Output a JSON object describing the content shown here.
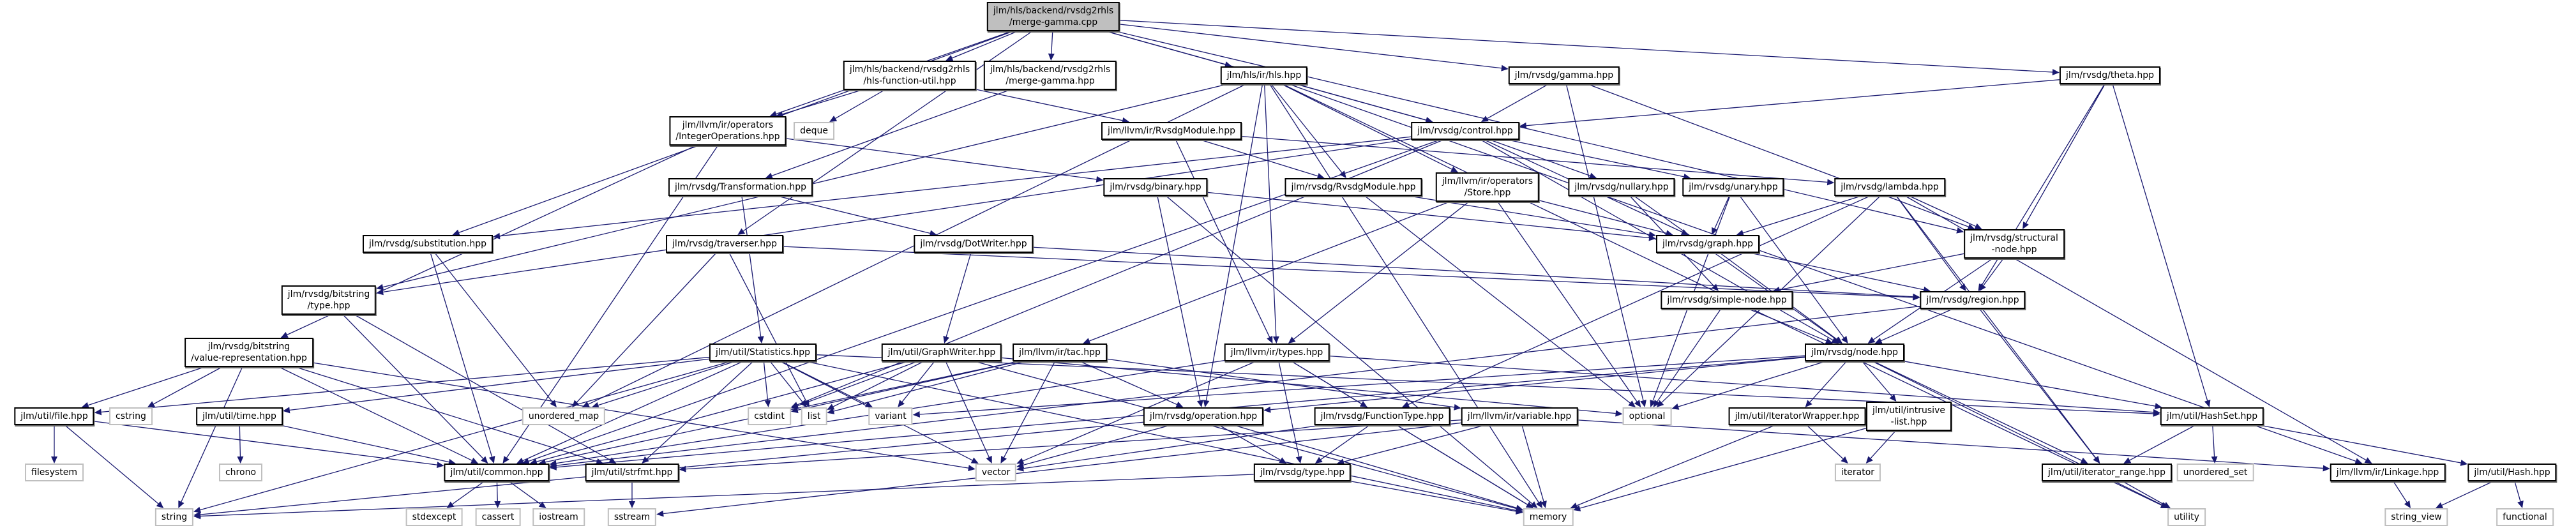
{
  "diagram": {
    "title": "Include dependency graph for merge-gamma.cpp",
    "colors": {
      "edge": "#191970",
      "root_fill": "#bfbfbf",
      "sys_border": "#bfbfbf"
    },
    "nodes": [
      {
        "id": "root",
        "label": "jlm/hls/backend/rvsdg2rhls\n/merge-gamma.cpp",
        "kind": "root"
      },
      {
        "id": "hfu",
        "label": "jlm/hls/backend/rvsdg2rhls\n/hls-function-util.hpp",
        "kind": "file"
      },
      {
        "id": "mgh",
        "label": "jlm/hls/backend/rvsdg2rhls\n/merge-gamma.hpp",
        "kind": "file"
      },
      {
        "id": "hls",
        "label": "jlm/hls/ir/hls.hpp",
        "kind": "file"
      },
      {
        "id": "gamma",
        "label": "jlm/rvsdg/gamma.hpp",
        "kind": "file"
      },
      {
        "id": "theta",
        "label": "jlm/rvsdg/theta.hpp",
        "kind": "file"
      },
      {
        "id": "intops",
        "label": "jlm/llvm/ir/operators\n/IntegerOperations.hpp",
        "kind": "file"
      },
      {
        "id": "deque",
        "label": "deque",
        "kind": "sys"
      },
      {
        "id": "llrm",
        "label": "jlm/llvm/ir/RvsdgModule.hpp",
        "kind": "file"
      },
      {
        "id": "control",
        "label": "jlm/rvsdg/control.hpp",
        "kind": "file"
      },
      {
        "id": "transf",
        "label": "jlm/rvsdg/Transformation.hpp",
        "kind": "file"
      },
      {
        "id": "binary",
        "label": "jlm/rvsdg/binary.hpp",
        "kind": "file"
      },
      {
        "id": "rrm",
        "label": "jlm/rvsdg/RvsdgModule.hpp",
        "kind": "file"
      },
      {
        "id": "store",
        "label": "jlm/llvm/ir/operators\n/Store.hpp",
        "kind": "file"
      },
      {
        "id": "nullary",
        "label": "jlm/rvsdg/nullary.hpp",
        "kind": "file"
      },
      {
        "id": "unary",
        "label": "jlm/rvsdg/unary.hpp",
        "kind": "file"
      },
      {
        "id": "lambda",
        "label": "jlm/rvsdg/lambda.hpp",
        "kind": "file"
      },
      {
        "id": "subst",
        "label": "jlm/rvsdg/substitution.hpp",
        "kind": "file"
      },
      {
        "id": "trav",
        "label": "jlm/rvsdg/traverser.hpp",
        "kind": "file"
      },
      {
        "id": "dotw",
        "label": "jlm/rvsdg/DotWriter.hpp",
        "kind": "file"
      },
      {
        "id": "graph",
        "label": "jlm/rvsdg/graph.hpp",
        "kind": "file"
      },
      {
        "id": "structn",
        "label": "jlm/rvsdg/structural\n-node.hpp",
        "kind": "file"
      },
      {
        "id": "bstype",
        "label": "jlm/rvsdg/bitstring\n/type.hpp",
        "kind": "file"
      },
      {
        "id": "simplen",
        "label": "jlm/rvsdg/simple-node.hpp",
        "kind": "file"
      },
      {
        "id": "region",
        "label": "jlm/rvsdg/region.hpp",
        "kind": "file"
      },
      {
        "id": "bsvr",
        "label": "jlm/rvsdg/bitstring\n/value-representation.hpp",
        "kind": "file"
      },
      {
        "id": "stats",
        "label": "jlm/util/Statistics.hpp",
        "kind": "file"
      },
      {
        "id": "gw",
        "label": "jlm/util/GraphWriter.hpp",
        "kind": "file"
      },
      {
        "id": "tac",
        "label": "jlm/llvm/ir/tac.hpp",
        "kind": "file"
      },
      {
        "id": "types",
        "label": "jlm/llvm/ir/types.hpp",
        "kind": "file"
      },
      {
        "id": "node",
        "label": "jlm/rvsdg/node.hpp",
        "kind": "file"
      },
      {
        "id": "file",
        "label": "jlm/util/file.hpp",
        "kind": "file"
      },
      {
        "id": "cstring",
        "label": "cstring",
        "kind": "sys"
      },
      {
        "id": "time",
        "label": "jlm/util/time.hpp",
        "kind": "file"
      },
      {
        "id": "umap",
        "label": "unordered_map",
        "kind": "sys"
      },
      {
        "id": "cstdint",
        "label": "cstdint",
        "kind": "sys"
      },
      {
        "id": "list",
        "label": "list",
        "kind": "sys"
      },
      {
        "id": "variant",
        "label": "variant",
        "kind": "sys"
      },
      {
        "id": "operation",
        "label": "jlm/rvsdg/operation.hpp",
        "kind": "file"
      },
      {
        "id": "ftype",
        "label": "jlm/rvsdg/FunctionType.hpp",
        "kind": "file"
      },
      {
        "id": "variable",
        "label": "jlm/llvm/ir/variable.hpp",
        "kind": "file"
      },
      {
        "id": "optional",
        "label": "optional",
        "kind": "sys"
      },
      {
        "id": "itw",
        "label": "jlm/util/IteratorWrapper.hpp",
        "kind": "file"
      },
      {
        "id": "intrusive",
        "label": "jlm/util/intrusive\n-list.hpp",
        "kind": "file"
      },
      {
        "id": "hashset",
        "label": "jlm/util/HashSet.hpp",
        "kind": "file"
      },
      {
        "id": "filesystem",
        "label": "filesystem",
        "kind": "sys"
      },
      {
        "id": "chrono",
        "label": "chrono",
        "kind": "sys"
      },
      {
        "id": "common",
        "label": "jlm/util/common.hpp",
        "kind": "file"
      },
      {
        "id": "strfmt",
        "label": "jlm/util/strfmt.hpp",
        "kind": "file"
      },
      {
        "id": "vector",
        "label": "vector",
        "kind": "sys"
      },
      {
        "id": "rtype",
        "label": "jlm/rvsdg/type.hpp",
        "kind": "file"
      },
      {
        "id": "iterator",
        "label": "iterator",
        "kind": "sys"
      },
      {
        "id": "itrange",
        "label": "jlm/util/iterator_range.hpp",
        "kind": "file"
      },
      {
        "id": "uset",
        "label": "unordered_set",
        "kind": "sys"
      },
      {
        "id": "linkage",
        "label": "jlm/llvm/ir/Linkage.hpp",
        "kind": "file"
      },
      {
        "id": "hash",
        "label": "jlm/util/Hash.hpp",
        "kind": "file"
      },
      {
        "id": "string",
        "label": "string",
        "kind": "sys"
      },
      {
        "id": "stdexcept",
        "label": "stdexcept",
        "kind": "sys"
      },
      {
        "id": "cassert",
        "label": "cassert",
        "kind": "sys"
      },
      {
        "id": "iostream",
        "label": "iostream",
        "kind": "sys"
      },
      {
        "id": "sstream",
        "label": "sstream",
        "kind": "sys"
      },
      {
        "id": "memory",
        "label": "memory",
        "kind": "sys"
      },
      {
        "id": "utility",
        "label": "utility",
        "kind": "sys"
      },
      {
        "id": "string_view",
        "label": "string_view",
        "kind": "sys"
      },
      {
        "id": "functional",
        "label": "functional",
        "kind": "sys"
      }
    ],
    "edges": [
      [
        "root",
        "hfu"
      ],
      [
        "root",
        "mgh"
      ],
      [
        "root",
        "hls"
      ],
      [
        "root",
        "gamma"
      ],
      [
        "root",
        "theta"
      ],
      [
        "root",
        "intops"
      ],
      [
        "root",
        "subst"
      ],
      [
        "root",
        "trav"
      ],
      [
        "root",
        "structn"
      ],
      [
        "root",
        "control"
      ],
      [
        "hfu",
        "intops"
      ],
      [
        "hfu",
        "deque"
      ],
      [
        "hfu",
        "llrm"
      ],
      [
        "mgh",
        "transf"
      ],
      [
        "hls",
        "bstype"
      ],
      [
        "hls",
        "control"
      ],
      [
        "hls",
        "rrm"
      ],
      [
        "hls",
        "store"
      ],
      [
        "hls",
        "types"
      ],
      [
        "hls",
        "operation"
      ],
      [
        "hls",
        "umap"
      ],
      [
        "hls",
        "memory"
      ],
      [
        "hls",
        "utility"
      ],
      [
        "hls",
        "linkage"
      ],
      [
        "gamma",
        "control"
      ],
      [
        "gamma",
        "structn"
      ],
      [
        "gamma",
        "optional"
      ],
      [
        "theta",
        "control"
      ],
      [
        "theta",
        "structn"
      ],
      [
        "theta",
        "region"
      ],
      [
        "theta",
        "hashset"
      ],
      [
        "intops",
        "bsvr"
      ],
      [
        "intops",
        "binary"
      ],
      [
        "intops",
        "common"
      ],
      [
        "llrm",
        "lambda"
      ],
      [
        "llrm",
        "rrm"
      ],
      [
        "llrm",
        "types"
      ],
      [
        "control",
        "bstype"
      ],
      [
        "control",
        "nullary"
      ],
      [
        "control",
        "unary"
      ],
      [
        "control",
        "graph"
      ],
      [
        "control",
        "subst"
      ],
      [
        "control",
        "node"
      ],
      [
        "control",
        "common"
      ],
      [
        "control",
        "cstdint"
      ],
      [
        "transf",
        "stats"
      ],
      [
        "transf",
        "dotw"
      ],
      [
        "binary",
        "graph"
      ],
      [
        "binary",
        "operation"
      ],
      [
        "binary",
        "memory"
      ],
      [
        "rrm",
        "graph"
      ],
      [
        "rrm",
        "optional"
      ],
      [
        "store",
        "graph"
      ],
      [
        "store",
        "tac"
      ],
      [
        "store",
        "types"
      ],
      [
        "store",
        "optional"
      ],
      [
        "nullary",
        "simplen"
      ],
      [
        "nullary",
        "node"
      ],
      [
        "unary",
        "graph"
      ],
      [
        "unary",
        "node"
      ],
      [
        "unary",
        "optional"
      ],
      [
        "lambda",
        "structn"
      ],
      [
        "lambda",
        "region"
      ],
      [
        "lambda",
        "graph"
      ],
      [
        "lambda",
        "ftype"
      ],
      [
        "lambda",
        "linkage"
      ],
      [
        "lambda",
        "optional"
      ],
      [
        "lambda",
        "itrange"
      ],
      [
        "subst",
        "common"
      ],
      [
        "subst",
        "umap"
      ],
      [
        "trav",
        "list"
      ],
      [
        "trav",
        "region"
      ],
      [
        "trav",
        "umap"
      ],
      [
        "dotw",
        "gw"
      ],
      [
        "dotw",
        "region"
      ],
      [
        "graph",
        "region"
      ],
      [
        "graph",
        "node"
      ],
      [
        "structn",
        "simplen"
      ],
      [
        "structn",
        "region"
      ],
      [
        "structn",
        "node"
      ],
      [
        "bstype",
        "common"
      ],
      [
        "bstype",
        "strfmt"
      ],
      [
        "simplen",
        "node"
      ],
      [
        "simplen",
        "optional"
      ],
      [
        "region",
        "node"
      ],
      [
        "region",
        "itrange"
      ],
      [
        "region",
        "common"
      ],
      [
        "bsvr",
        "file"
      ],
      [
        "bsvr",
        "cstring"
      ],
      [
        "bsvr",
        "common"
      ],
      [
        "bsvr",
        "strfmt"
      ],
      [
        "bsvr",
        "vector"
      ],
      [
        "bsvr",
        "string"
      ],
      [
        "stats",
        "file"
      ],
      [
        "stats",
        "time"
      ],
      [
        "stats",
        "umap"
      ],
      [
        "stats",
        "cstdint"
      ],
      [
        "stats",
        "list"
      ],
      [
        "stats",
        "variant"
      ],
      [
        "stats",
        "common"
      ],
      [
        "stats",
        "strfmt"
      ],
      [
        "stats",
        "string"
      ],
      [
        "stats",
        "memory"
      ],
      [
        "stats",
        "hashset"
      ],
      [
        "stats",
        "vector"
      ],
      [
        "gw",
        "cstdint"
      ],
      [
        "gw",
        "list"
      ],
      [
        "gw",
        "variant"
      ],
      [
        "gw",
        "vector"
      ],
      [
        "gw",
        "common"
      ],
      [
        "gw",
        "optional"
      ],
      [
        "gw",
        "memory"
      ],
      [
        "tac",
        "cstdint"
      ],
      [
        "tac",
        "operation"
      ],
      [
        "tac",
        "vector"
      ],
      [
        "tac",
        "variable"
      ],
      [
        "tac",
        "common"
      ],
      [
        "tac",
        "list"
      ],
      [
        "types",
        "ftype"
      ],
      [
        "types",
        "rtype"
      ],
      [
        "types",
        "vector"
      ],
      [
        "types",
        "common"
      ],
      [
        "types",
        "memory"
      ],
      [
        "types",
        "hashset"
      ],
      [
        "node",
        "operation"
      ],
      [
        "node",
        "itw"
      ],
      [
        "node",
        "intrusive"
      ],
      [
        "node",
        "hashset"
      ],
      [
        "node",
        "itrange"
      ],
      [
        "node",
        "optional"
      ],
      [
        "node",
        "variant"
      ],
      [
        "node",
        "utility"
      ],
      [
        "node",
        "common"
      ],
      [
        "file",
        "filesystem"
      ],
      [
        "file",
        "string"
      ],
      [
        "file",
        "common"
      ],
      [
        "time",
        "chrono"
      ],
      [
        "time",
        "common"
      ],
      [
        "operation",
        "rtype"
      ],
      [
        "operation",
        "vector"
      ],
      [
        "operation",
        "memory"
      ],
      [
        "operation",
        "string"
      ],
      [
        "ftype",
        "rtype"
      ],
      [
        "ftype",
        "vector"
      ],
      [
        "ftype",
        "memory"
      ],
      [
        "variable",
        "rtype"
      ],
      [
        "variable",
        "strfmt"
      ],
      [
        "variable",
        "memory"
      ],
      [
        "variable",
        "linkage"
      ],
      [
        "variable",
        "sstream"
      ],
      [
        "itw",
        "iterator"
      ],
      [
        "itw",
        "memory"
      ],
      [
        "intrusive",
        "iterator"
      ],
      [
        "intrusive",
        "memory"
      ],
      [
        "hashset",
        "itrange"
      ],
      [
        "hashset",
        "uset"
      ],
      [
        "hashset",
        "hash"
      ],
      [
        "common",
        "stdexcept"
      ],
      [
        "common",
        "cassert"
      ],
      [
        "common",
        "iostream"
      ],
      [
        "strfmt",
        "sstream"
      ],
      [
        "rtype",
        "string"
      ],
      [
        "rtype",
        "memory"
      ],
      [
        "itrange",
        "utility"
      ],
      [
        "linkage",
        "string_view"
      ],
      [
        "hash",
        "string_view"
      ],
      [
        "hash",
        "functional"
      ]
    ]
  }
}
